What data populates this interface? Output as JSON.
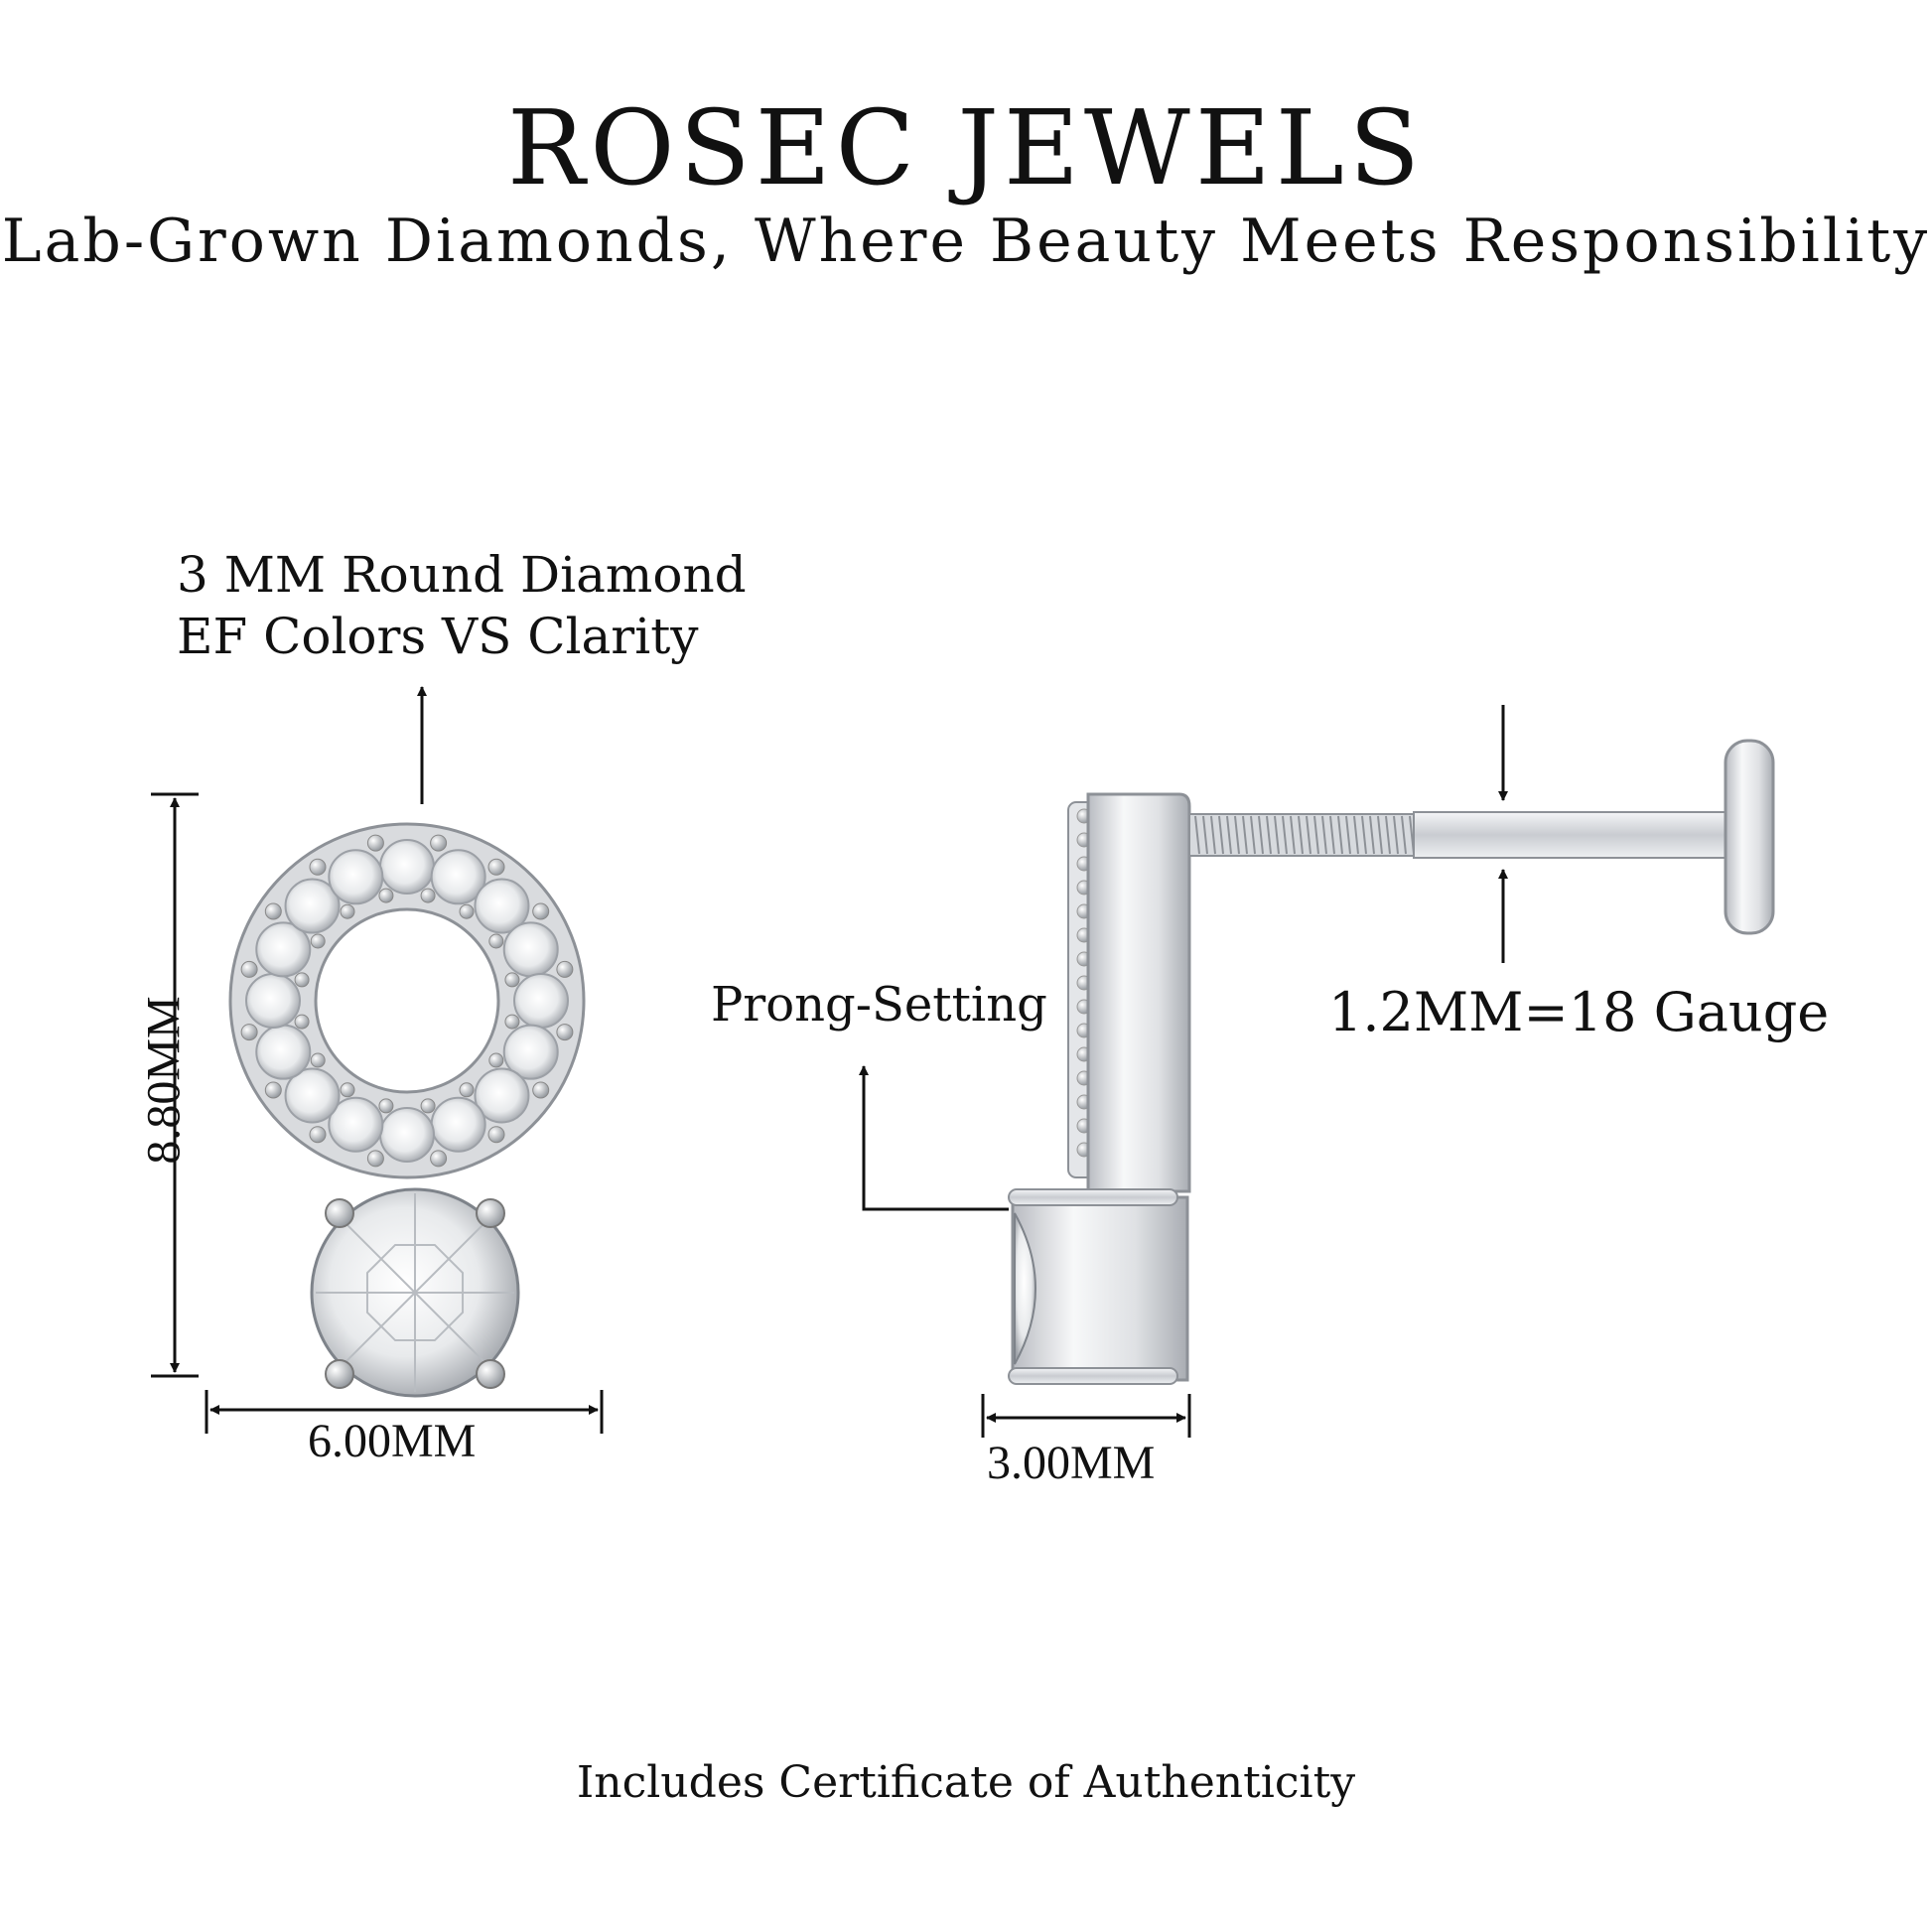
{
  "header": {
    "brand": "ROSEC JEWELS",
    "tagline": "Lab-Grown Diamonds, Where Beauty Meets Responsibility"
  },
  "annotations": {
    "diamond_line1": "3 MM Round Diamond",
    "diamond_line2": "EF Colors VS Clarity",
    "prong": "Prong-Setting",
    "gauge": "1.2MM=18 Gauge",
    "height": "8.80MM",
    "width_front": "6.00MM",
    "width_side": "3.00MM"
  },
  "footer": {
    "text": "Includes Certificate of Authenticity"
  }
}
